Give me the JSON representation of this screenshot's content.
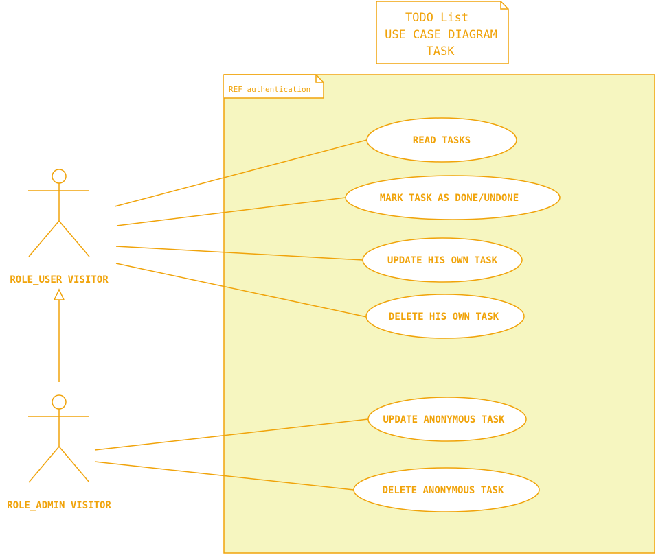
{
  "colors": {
    "stroke": "#F0A30A",
    "text": "#F0A30A",
    "boundary_fill": "#F6F6C0",
    "ellipse_fill": "#FFFFFF",
    "note_fill": "#FFFFFF"
  },
  "title_note": {
    "lines": [
      "TODO List",
      "USE CASE DIAGRAM",
      "TASK"
    ]
  },
  "boundary": {
    "label": "REF authentication"
  },
  "actors": {
    "user": {
      "label": "ROLE_USER VISITOR"
    },
    "admin": {
      "label": "ROLE_ADMIN VISITOR"
    }
  },
  "use_cases": [
    {
      "label": "READ TASKS"
    },
    {
      "label": "MARK TASK AS DONE/UNDONE"
    },
    {
      "label": "UPDATE HIS OWN TASK"
    },
    {
      "label": "DELETE HIS OWN TASK"
    },
    {
      "label": "UPDATE ANONYMOUS TASK"
    },
    {
      "label": "DELETE ANONYMOUS TASK"
    }
  ]
}
